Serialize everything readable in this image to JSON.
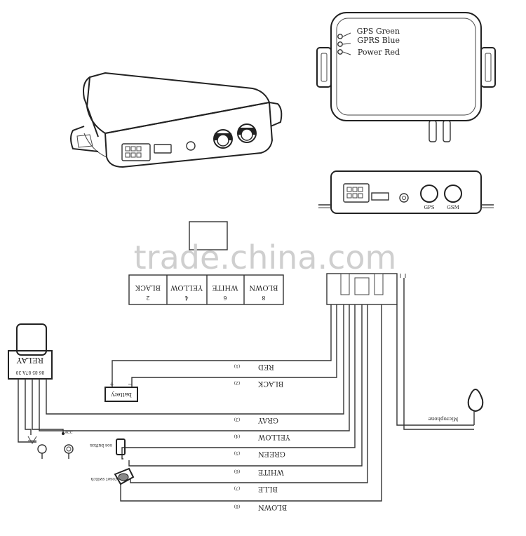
{
  "watermark": "trade.china.com",
  "top_unit_leds": [
    {
      "name": "GPS Green"
    },
    {
      "name": "GPRS Blue"
    },
    {
      "name": "Power Red"
    }
  ],
  "front_port_labels": {
    "gps": "GPS",
    "gsm": "GSM"
  },
  "connector_top": [
    {
      "pin": "2",
      "wire": "BLACK"
    },
    {
      "pin": "4",
      "wire": "YELLOW"
    },
    {
      "pin": "6",
      "wire": "WHITE"
    },
    {
      "pin": "8",
      "wire": "BLOWN"
    }
  ],
  "relay": {
    "title": "RELAY",
    "pins": "86  85  87A 30"
  },
  "battery_label": "battery",
  "sos_label": "sos button",
  "reset_label": "reset switch",
  "acc_label": "ACC",
  "microphone_label": "Microphone",
  "wires": [
    {
      "name": "RED",
      "pin": "(1)"
    },
    {
      "name": "BLACK",
      "pin": "(2)"
    },
    {
      "name": "GRAY",
      "pin": "(3)"
    },
    {
      "name": "YELLOW",
      "pin": "(4)"
    },
    {
      "name": "GREEN",
      "pin": "(5)"
    },
    {
      "name": "WHITE",
      "pin": "(6)"
    },
    {
      "name": "BLLE",
      "pin": "(7)"
    },
    {
      "name": "BLOWN",
      "pin": "(8)"
    }
  ]
}
